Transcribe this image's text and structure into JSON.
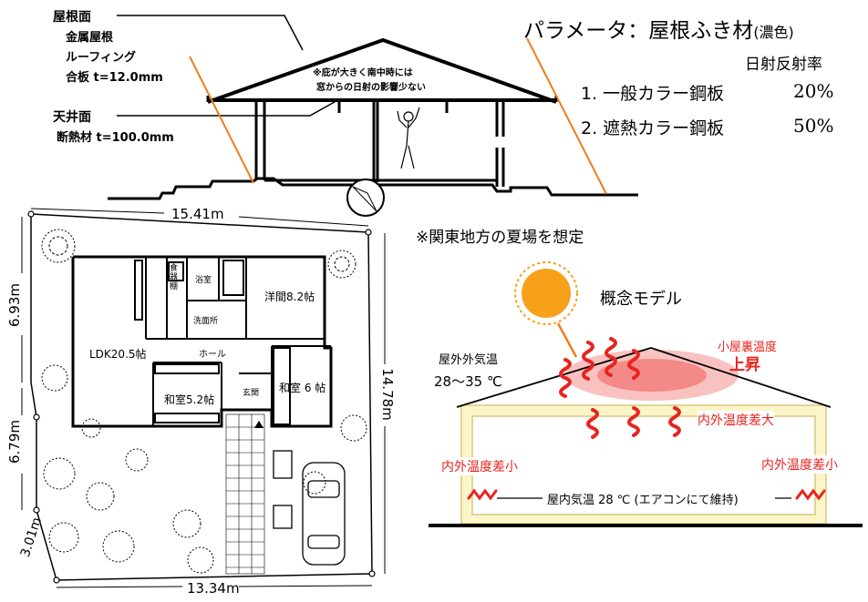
{
  "section_labels": {
    "roof_surface": "屋根面",
    "roof_layer_1": "金属屋根",
    "roof_layer_2": "ルーフィング",
    "roof_layer_3": "合板 t=12.0mm",
    "ceiling_surface": "天井面",
    "ceiling_layer": "断熱材 t=100.0mm",
    "eave_note_1": "※庇が大きく南中時には",
    "eave_note_2": "窓からの日射の影響少ない"
  },
  "parameters": {
    "title_main": "パラメータ：屋根ふき材",
    "title_sub": "(濃色)",
    "column_header": "日射反射率",
    "items": [
      {
        "label": "1. 一般カラー鋼板",
        "value": "20%"
      },
      {
        "label": "2. 遮熱カラー鋼板",
        "value": "50%"
      }
    ]
  },
  "floor_plan": {
    "dim_top": "15.41m",
    "dim_bottom": "13.34m",
    "dim_left_upper": "6.93m",
    "dim_left_middle": "6.79m",
    "dim_left_lower": "3.01m",
    "dim_right": "14.78m",
    "rooms": {
      "ldk": "LDK20.5帖",
      "western": "洋間8.2帖",
      "japanese_a": "和室5.2帖",
      "japanese_b": "和室 6 帖",
      "hall": "ホール",
      "entrance": "玄関",
      "bath": "浴室",
      "washroom": "洗面所",
      "pantry": "食器棚"
    }
  },
  "concept": {
    "region_note": "※関東地方の夏場を想定",
    "model_title": "概念モデル",
    "outdoor_label": "屋外外気温",
    "outdoor_value": "28～35 ℃",
    "attic_label": "小屋裏温度",
    "attic_state": "上昇",
    "diff_large": "内外温度差大",
    "diff_small_left": "内外温度差小",
    "diff_small_right": "内外温度差小",
    "indoor_label": "屋内気温 28 ℃ (エアコンにて維持)"
  },
  "colors": {
    "sun": "#f7a11a",
    "heat": "#e8231f",
    "wall_fill": "#fbf6c9",
    "wall_stroke": "#d9c87a",
    "sight_line": "#f07c1e"
  }
}
